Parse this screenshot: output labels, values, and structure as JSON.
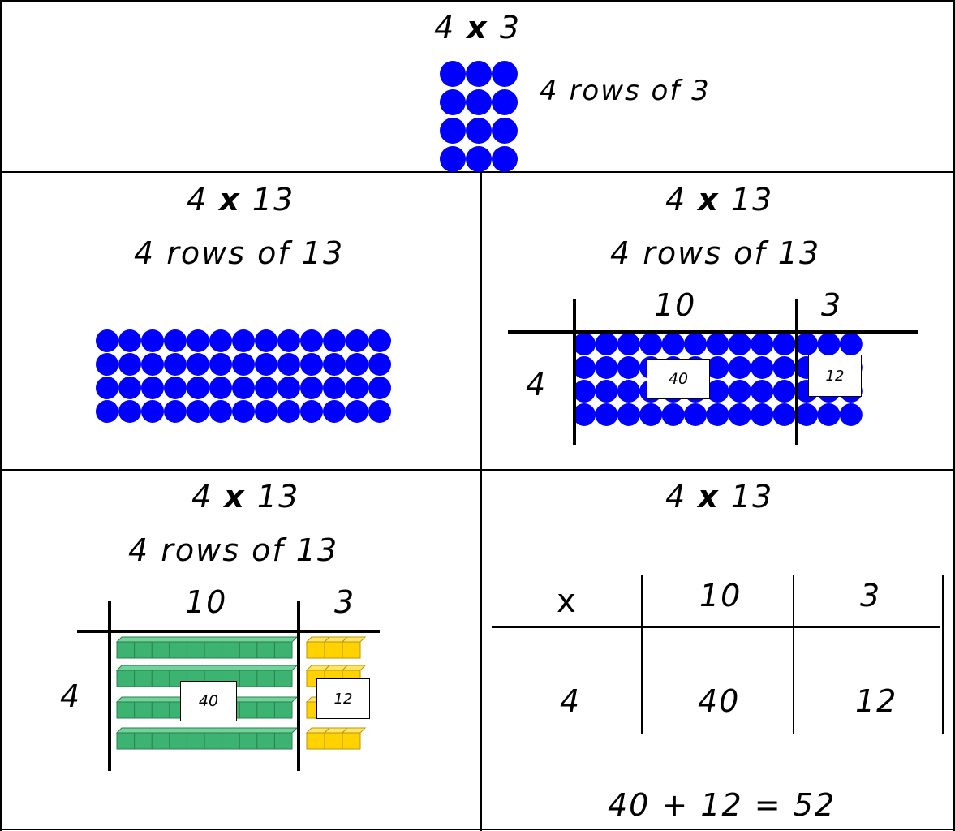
{
  "top": {
    "expr_a": "4",
    "expr_op": "x",
    "expr_b": "3",
    "caption": "4 rows of 3"
  },
  "mid_left": {
    "expr_a": "4",
    "expr_op": "x",
    "expr_b": "13",
    "caption": "4 rows of 13"
  },
  "mid_right": {
    "expr_a": "4",
    "expr_op": "x",
    "expr_b": "13",
    "caption": "4 rows of 13",
    "col_tens": "10",
    "col_ones": "3",
    "row_label": "4",
    "box_tens": "40",
    "box_ones": "12"
  },
  "bot_left": {
    "expr_a": "4",
    "expr_op": "x",
    "expr_b": "13",
    "caption": "4 rows of 13",
    "col_tens": "10",
    "col_ones": "3",
    "row_label": "4",
    "box_tens": "40",
    "box_ones": "12"
  },
  "bot_right": {
    "expr_a": "4",
    "expr_op": "x",
    "expr_b": "13",
    "grid_op": "x",
    "col_tens": "10",
    "col_ones": "3",
    "row_label": "4",
    "prod_tens": "40",
    "prod_ones": "12",
    "sum": "40 + 12 = 52"
  },
  "colors": {
    "dot": "#0000ff",
    "rod": "#3cb371",
    "rod_edge": "#2e7d4f",
    "unit": "#ffd200",
    "unit_edge": "#b8960a"
  }
}
